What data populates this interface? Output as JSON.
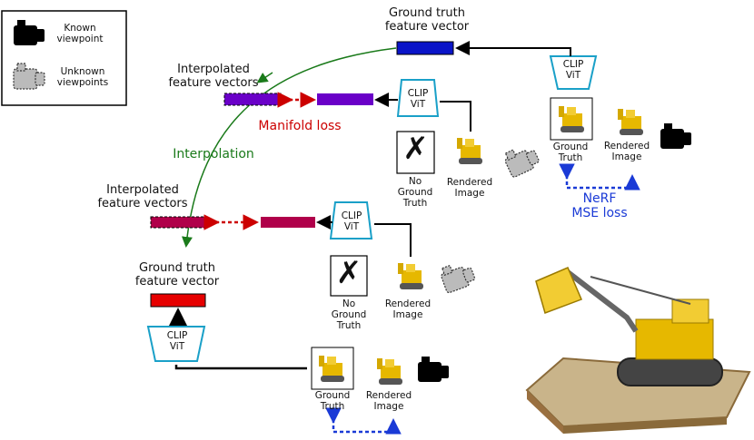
{
  "legend": {
    "known_label": "Known\nviewpoint",
    "unknown_label": "Unknown\nviewpoints"
  },
  "labels": {
    "gt_vector_top": "Ground truth\nfeature vector",
    "gt_vector_bottom": "Ground truth\nfeature vector",
    "interp_vectors_1": "Interpolated\nfeature vectors",
    "interp_vectors_2": "Interpolated\nfeature vectors",
    "manifold_loss": "Manifold loss",
    "interpolation": "Interpolation",
    "nerf_loss": "NeRF\nMSE loss",
    "clip_vit": "CLIP\nViT",
    "no_gt": "No\nGround\nTruth",
    "rendered_image": "Rendered\nImage",
    "ground_truth": "Ground\nTruth",
    "x_mark": "✗"
  },
  "colors": {
    "gt_top": "#0a14c8",
    "gt_bottom": "#e60000",
    "interp1": "#6a00c8",
    "interp2": "#b0004a",
    "clip_stroke": "#1aa0c8",
    "manifold": "#cc0000",
    "interpolation_curve": "#1a7a1a",
    "nerf": "#1a3ad6"
  }
}
